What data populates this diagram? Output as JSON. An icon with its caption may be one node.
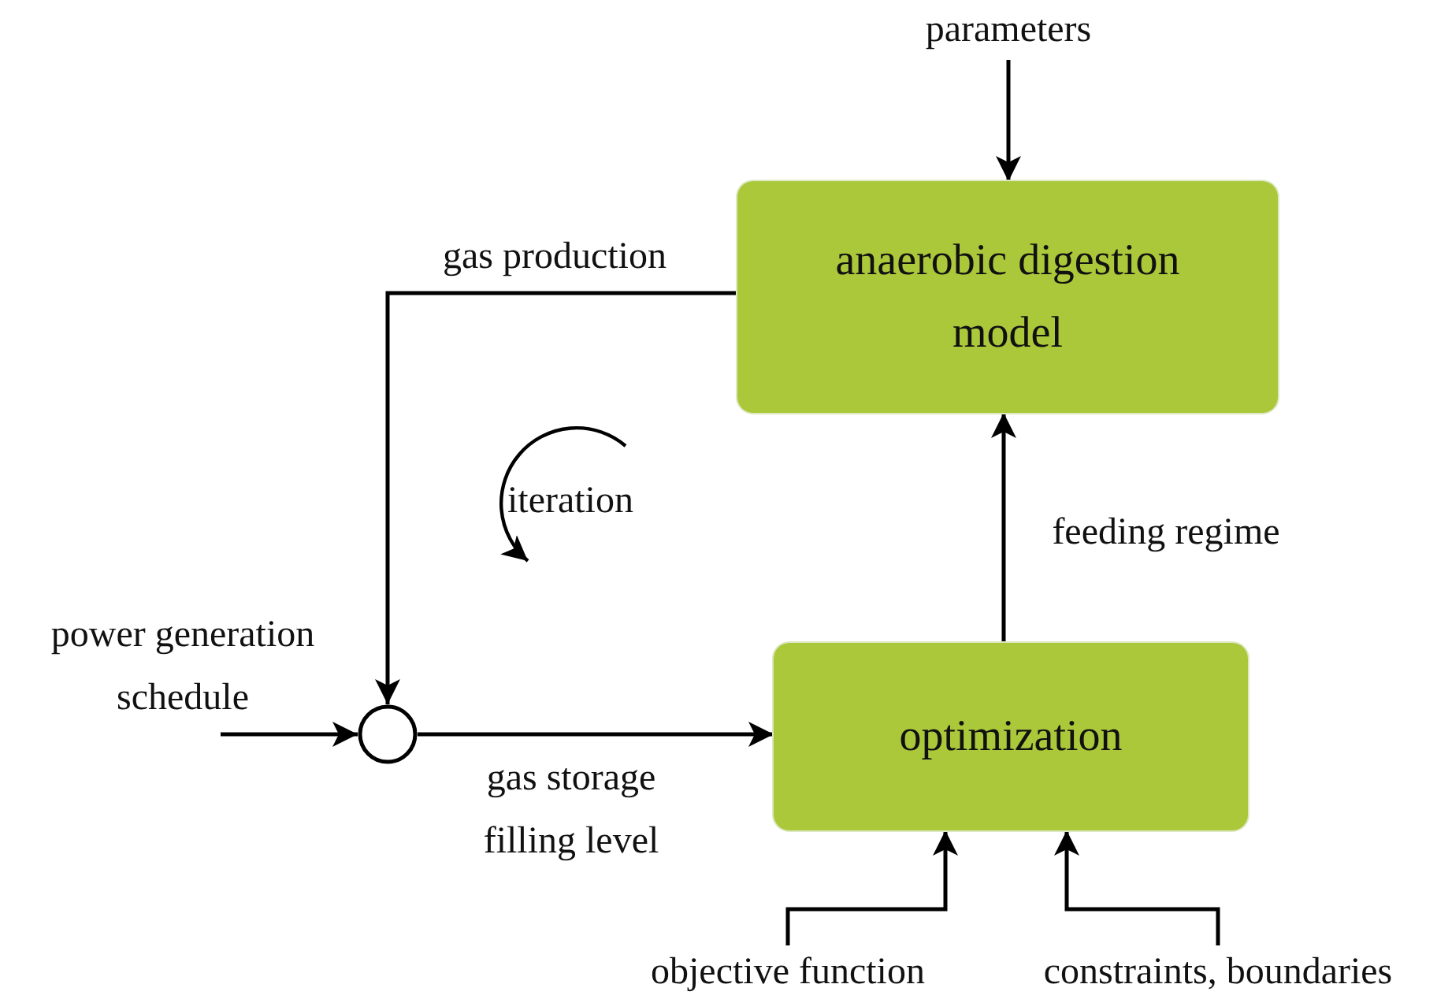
{
  "diagram": {
    "nodes": [
      {
        "text": [
          "parameters"
        ]
      },
      {
        "text": [
          "anaerobic digestion model"
        ]
      },
      {
        "text": [
          "optimization"
        ]
      },
      {
        "text": [],
        "shape": "circle"
      },
      {
        "text": [
          "power generation schedule"
        ]
      },
      {
        "text": [
          "objective function"
        ]
      },
      {
        "text": [
          "constraints, boundaries"
        ]
      }
    ],
    "edges": [
      {
        "from": 0,
        "to": 1,
        "arrow": "to"
      },
      {
        "from": 1,
        "to": 3,
        "arrow": "to",
        "label": "gas production"
      },
      {
        "from": 2,
        "to": 1,
        "arrow": "to",
        "label": "feeding regime"
      },
      {
        "from": 4,
        "to": 3,
        "arrow": "to"
      },
      {
        "from": 3,
        "to": 2,
        "arrow": "to",
        "label": "gas storage filling level"
      },
      {
        "from": 5,
        "to": 2,
        "arrow": "to"
      },
      {
        "from": 6,
        "to": 2,
        "arrow": "to"
      }
    ],
    "labels": [
      "iteration"
    ]
  }
}
